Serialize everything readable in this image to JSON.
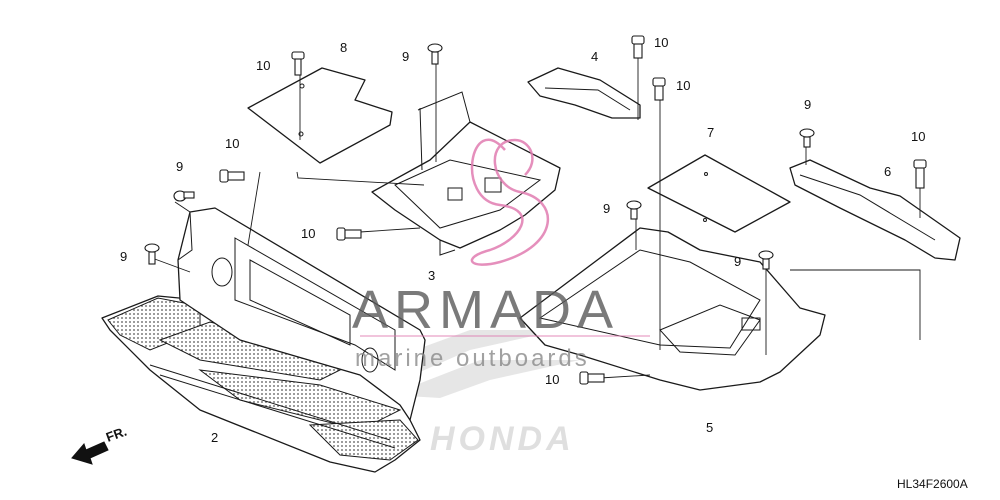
{
  "figure_code": "HL34F2600A",
  "direction_label": "FR.",
  "watermark": {
    "brand": "ARMADA",
    "tagline": "marine outboards",
    "maker": "HONDA",
    "colors": {
      "brand": "#5a5a5a",
      "tagline": "#8a8a8a",
      "emblem": "#e07bb0",
      "maker": "#dcdcdc"
    }
  },
  "callouts": [
    {
      "id": "c1",
      "text": "2"
    },
    {
      "id": "c2",
      "text": "3"
    },
    {
      "id": "c3",
      "text": "4"
    },
    {
      "id": "c4",
      "text": "5"
    },
    {
      "id": "c5",
      "text": "6"
    },
    {
      "id": "c6",
      "text": "7"
    },
    {
      "id": "c7",
      "text": "8"
    },
    {
      "id": "c8",
      "text": "9"
    },
    {
      "id": "c9",
      "text": "9"
    },
    {
      "id": "c10",
      "text": "9"
    },
    {
      "id": "c11",
      "text": "9"
    },
    {
      "id": "c12",
      "text": "9"
    },
    {
      "id": "c13",
      "text": "9"
    },
    {
      "id": "c14",
      "text": "10"
    },
    {
      "id": "c15",
      "text": "10"
    },
    {
      "id": "c16",
      "text": "10"
    },
    {
      "id": "c17",
      "text": "10"
    },
    {
      "id": "c18",
      "text": "10"
    },
    {
      "id": "c19",
      "text": "10"
    },
    {
      "id": "c20",
      "text": "10"
    }
  ]
}
